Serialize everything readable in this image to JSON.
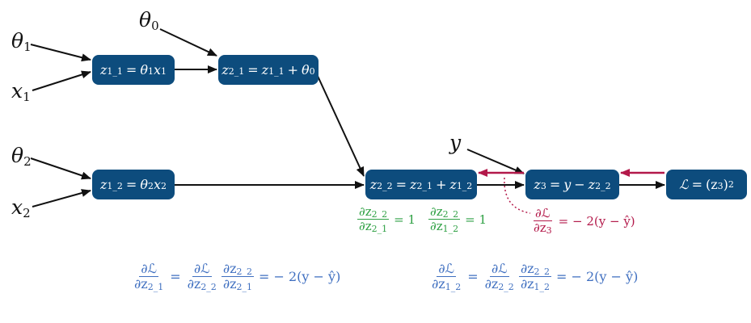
{
  "inputs": {
    "theta1": {
      "base": "θ",
      "sub": "1"
    },
    "x1": {
      "base": "x",
      "sub": "1"
    },
    "theta0": {
      "base": "θ",
      "sub": "0"
    },
    "theta2": {
      "base": "θ",
      "sub": "2"
    },
    "x2": {
      "base": "x",
      "sub": "2"
    },
    "y": {
      "base": "y",
      "sub": ""
    }
  },
  "nodes": {
    "z11": {
      "lhs": "z",
      "lhs_sub": "1_1",
      "eq": "=",
      "t1": "θ",
      "t1_sub": "1",
      "t2": "x",
      "t2_sub": "1"
    },
    "z21": {
      "lhs": "z",
      "lhs_sub": "2_1",
      "eq": "=",
      "t1": "z",
      "t1_sub": "1_1",
      "op": "+",
      "t2": "θ",
      "t2_sub": "0"
    },
    "z12": {
      "lhs": "z",
      "lhs_sub": "1_2",
      "eq": "=",
      "t1": "θ",
      "t1_sub": "2",
      "t2": "x",
      "t2_sub": "2"
    },
    "z22": {
      "lhs": "z",
      "lhs_sub": "2_2",
      "eq": "=",
      "t1": "z",
      "t1_sub": "2_1",
      "op": "+",
      "t2": "z",
      "t2_sub": "1_2"
    },
    "z3": {
      "lhs": "z",
      "lhs_sub": "3",
      "eq": "=",
      "t1": "y",
      "op": "−",
      "t2": "z",
      "t2_sub": "2_2"
    },
    "loss": {
      "lhs": "ℒ",
      "eq": "=",
      "rhs": "(z",
      "rhs_sub": "3",
      "rhs_close": ")",
      "sup": "2"
    }
  },
  "local_grads": {
    "g1": {
      "num": "∂z",
      "num_sub": "2_2",
      "den": "∂z",
      "den_sub": "2_1",
      "rhs": "= 1"
    },
    "g2": {
      "num": "∂z",
      "num_sub": "2_2",
      "den": "∂z",
      "den_sub": "1_2",
      "rhs": "= 1"
    },
    "g3": {
      "num": "∂ℒ",
      "den": "∂z",
      "den_sub": "3",
      "rhs": "= − 2(y − ŷ)"
    }
  },
  "chain_rules": {
    "c1": {
      "lhs_num": "∂ℒ",
      "lhs_den": "∂z",
      "lhs_den_sub": "2_1",
      "f1_num": "∂ℒ",
      "f1_den": "∂z",
      "f1_den_sub": "2_2",
      "f2_num": "∂z",
      "f2_num_sub": "2_2",
      "f2_den": "∂z",
      "f2_den_sub": "2_1",
      "eq": "=",
      "rhs": "= − 2(y − ŷ)"
    },
    "c2": {
      "lhs_num": "∂ℒ",
      "lhs_den": "∂z",
      "lhs_den_sub": "1_2",
      "f1_num": "∂ℒ",
      "f1_den": "∂z",
      "f1_den_sub": "2_2",
      "f2_num": "∂z",
      "f2_num_sub": "2_2",
      "f2_den": "∂z",
      "f2_den_sub": "1_2",
      "eq": "=",
      "rhs": "= − 2(y − ŷ)"
    }
  },
  "colors": {
    "node_fill": "#0d4c7d",
    "forward_arrow": "#111111",
    "backward_arrow": "#b3194a",
    "local_grad_green": "#2ea043",
    "chain_rule_blue": "#3f6fc0"
  }
}
